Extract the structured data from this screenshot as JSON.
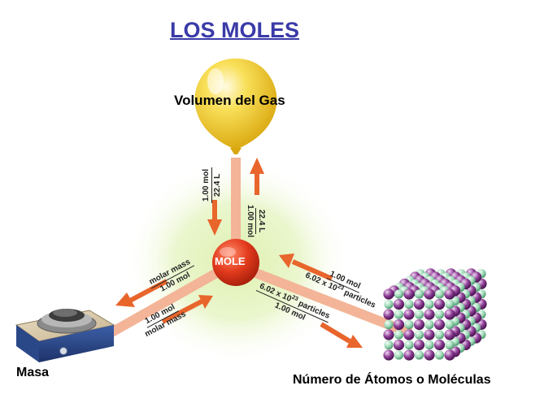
{
  "title": "LOS MOLES",
  "center_label": "MOLE",
  "nodes": {
    "gas": "Volumen del Gas",
    "mass": "Masa",
    "particles": "Número de Átomos o Moléculas"
  },
  "factors": {
    "mole_to_gas": {
      "num": "1.00 mol",
      "den": "22.4 L"
    },
    "gas_to_mole": {
      "num": "22.4 L",
      "den": "1.00 mol"
    },
    "mole_to_mass": {
      "num": "molar mass",
      "den": "1.00 mol"
    },
    "mass_to_mole": {
      "num": "1.00 mol",
      "den": "molar mass"
    },
    "particles_to_mole": {
      "num": "1.00 mol",
      "den_base": "6.02 x 10",
      "den_exp": "23",
      "den_tail": " particles"
    },
    "mole_to_particles": {
      "num_base": "6.02 x 10",
      "num_exp": "23",
      "num_tail": " particles",
      "den": "1.00 mol"
    }
  },
  "colors": {
    "title": "#3a3aa8",
    "arrow": "#e8652c",
    "arrow_light": "#f3b497",
    "mole_sphere": "#e23a1c",
    "glow": "#cfe89a",
    "balloon": "#f5cf2a"
  },
  "icons": [
    "balloon-icon",
    "hot-plate-icon",
    "crystal-lattice-icon"
  ]
}
